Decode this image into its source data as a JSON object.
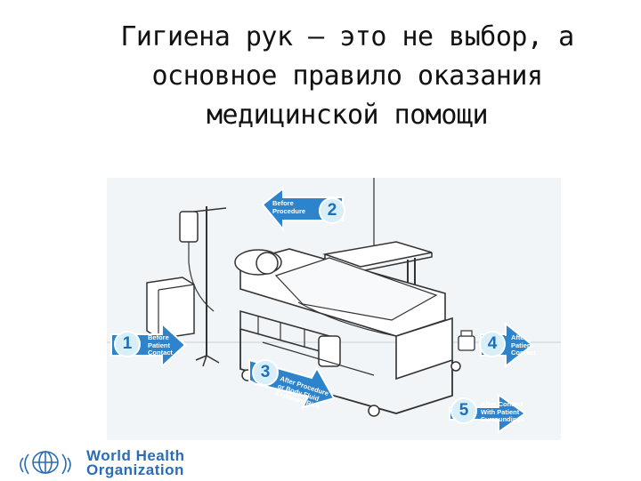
{
  "title": {
    "line1": "Гигиена рук – это не выбор, а",
    "line2": "основное правило оказания",
    "line3": "медицинской помощи"
  },
  "moments": [
    {
      "number": "1",
      "line1": "Before",
      "line2": "Patient",
      "line3": "Contact"
    },
    {
      "number": "2",
      "line1": "Before",
      "line2": "Procedure",
      "line3": ""
    },
    {
      "number": "3",
      "line1": "After Procedure",
      "line2": "or Body Fluid",
      "line3": "Exposure Risk"
    },
    {
      "number": "4",
      "line1": "After",
      "line2": "Patient",
      "line3": "Contact"
    },
    {
      "number": "5",
      "line1": "After Contact",
      "line2": "With Patient",
      "line3": "Surroundings"
    }
  ],
  "logo": {
    "line1": "World Health",
    "line2": "Organization"
  },
  "colors": {
    "arrow": "#2e84cc",
    "number_circle": "#d8eef9",
    "number_text": "#1d6fb8",
    "bed_background": "#f1f4f6",
    "logo": "#2b6db3"
  },
  "icons": {
    "moment_arrow": "arrow-icon",
    "logo": "who-emblem-icon"
  }
}
